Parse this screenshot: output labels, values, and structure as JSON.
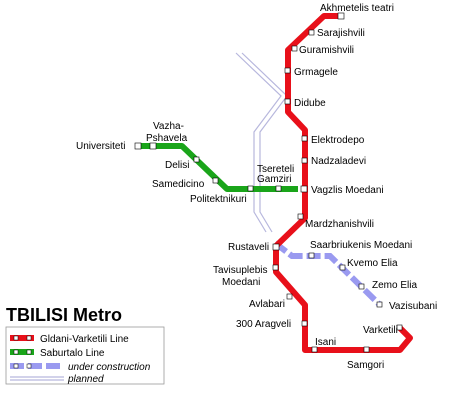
{
  "title": "TBILISI Metro",
  "colors": {
    "red_line": "#e8101a",
    "green_line": "#1aa51a",
    "construction": "#9a9af0",
    "planned": "#b7b7dd",
    "station_fill": "#ffffff"
  },
  "stations": {
    "akhmetelis_teatri": "Akhmetelis teatri",
    "sarajishvili": "Sarajishvili",
    "guramishvili": "Guramishvili",
    "grmagele": "Grmagele",
    "didube": "Didube",
    "elektrodepo": "Elektrodepo",
    "nadzaladevi": "Nadzaladevi",
    "vagzlis_moedani": "Vagzlis Moedani",
    "mardzhanishvili": "Mardzhanishvili",
    "rustaveli": "Rustaveli",
    "tavisuplebis_1": "Tavisuplebis",
    "tavisuplebis_2": "Moedani",
    "avlabari": "Avlabari",
    "aragveli": "300 Aragveli",
    "isani": "Isani",
    "samgori": "Samgori",
    "varketili": "Varketili",
    "universiteti": "Universiteti",
    "vazha_1": "Vazha-",
    "vazha_2": "Pshavela",
    "delisi": "Delisi",
    "samedicino": "Samedicino",
    "politektnikuri": "Politektnikuri",
    "tsereteli_1": "Tsereteli",
    "tsereteli_2": "Gamziri",
    "saarbriukenis": "Saarbriukenis Moedani",
    "kvemo_elia": "Kvemo Elia",
    "zemo_elia": "Zemo Elia",
    "vazisubani": "Vazisubani"
  },
  "legend": {
    "red": "Gldani-Varketili Line",
    "green": "Saburtalo Line",
    "construction": "under construction",
    "planned": "planned"
  }
}
